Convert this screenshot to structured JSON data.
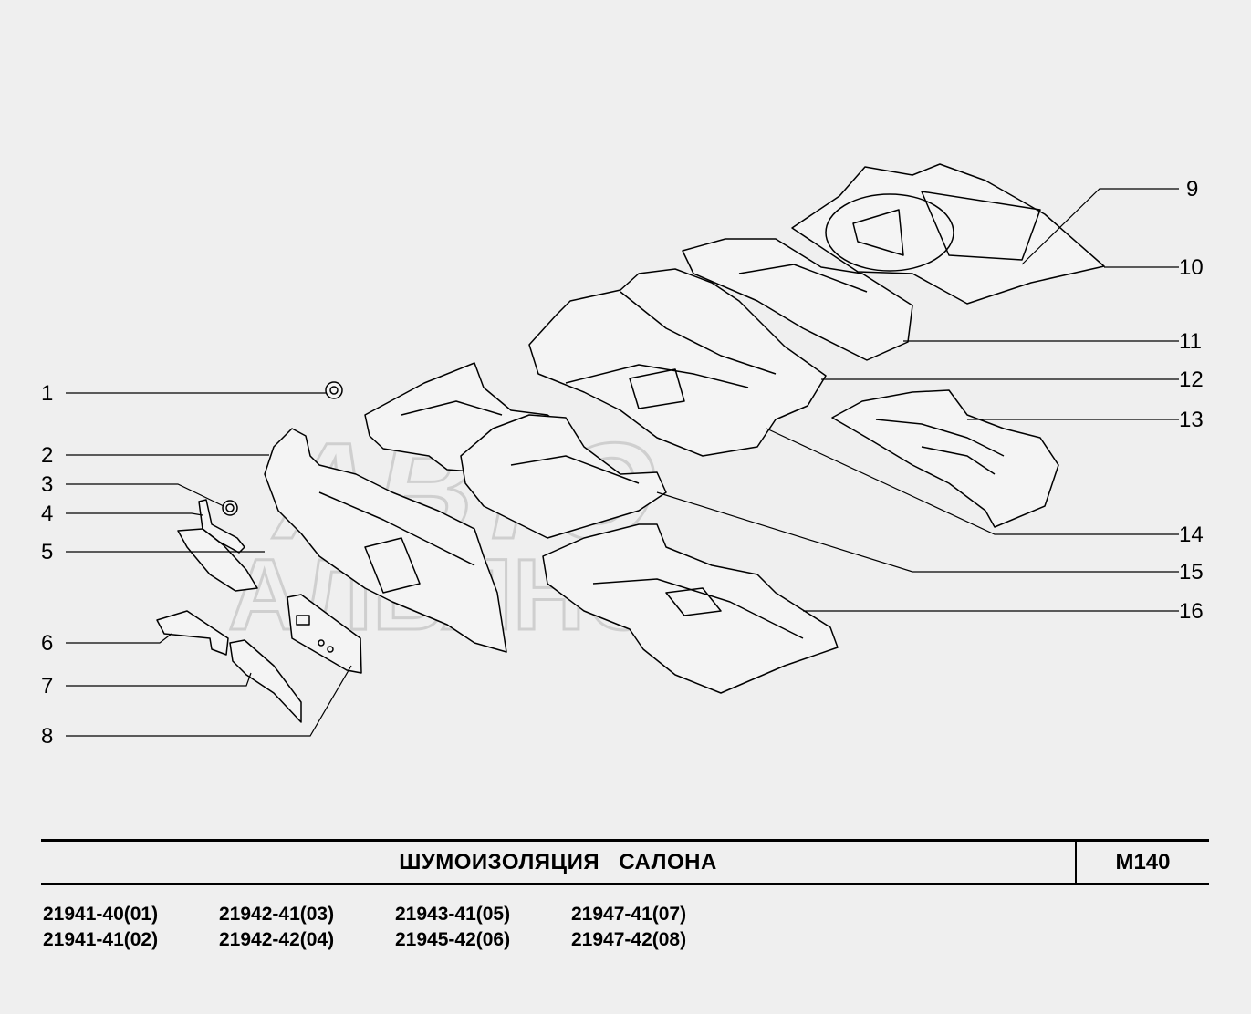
{
  "header": {
    "title": "ШУМОИЗОЛЯЦИЯ   САЛОНА",
    "code": "М140"
  },
  "watermark": {
    "line1": "АВТО",
    "line2": "АЛЬЯНС"
  },
  "callouts": [
    {
      "id": "1",
      "label": "1"
    },
    {
      "id": "2",
      "label": "2"
    },
    {
      "id": "3",
      "label": "3"
    },
    {
      "id": "4",
      "label": "4"
    },
    {
      "id": "5",
      "label": "5"
    },
    {
      "id": "6",
      "label": "6"
    },
    {
      "id": "7",
      "label": "7"
    },
    {
      "id": "8",
      "label": "8"
    },
    {
      "id": "9",
      "label": "9"
    },
    {
      "id": "10",
      "label": "10"
    },
    {
      "id": "11",
      "label": "11"
    },
    {
      "id": "12",
      "label": "12"
    },
    {
      "id": "13",
      "label": "13"
    },
    {
      "id": "14",
      "label": "14"
    },
    {
      "id": "15",
      "label": "15"
    },
    {
      "id": "16",
      "label": "16"
    }
  ],
  "models": [
    "21941-40(01)",
    "21942-41(03)",
    "21943-41(05)",
    "21947-41(07)",
    "21941-41(02)",
    "21942-42(04)",
    "21945-42(06)",
    "21947-42(08)"
  ],
  "colors": {
    "background": "#efefef",
    "line": "#000000",
    "part_fill": "#f4f4f4",
    "watermark": "#cfcfcf"
  }
}
